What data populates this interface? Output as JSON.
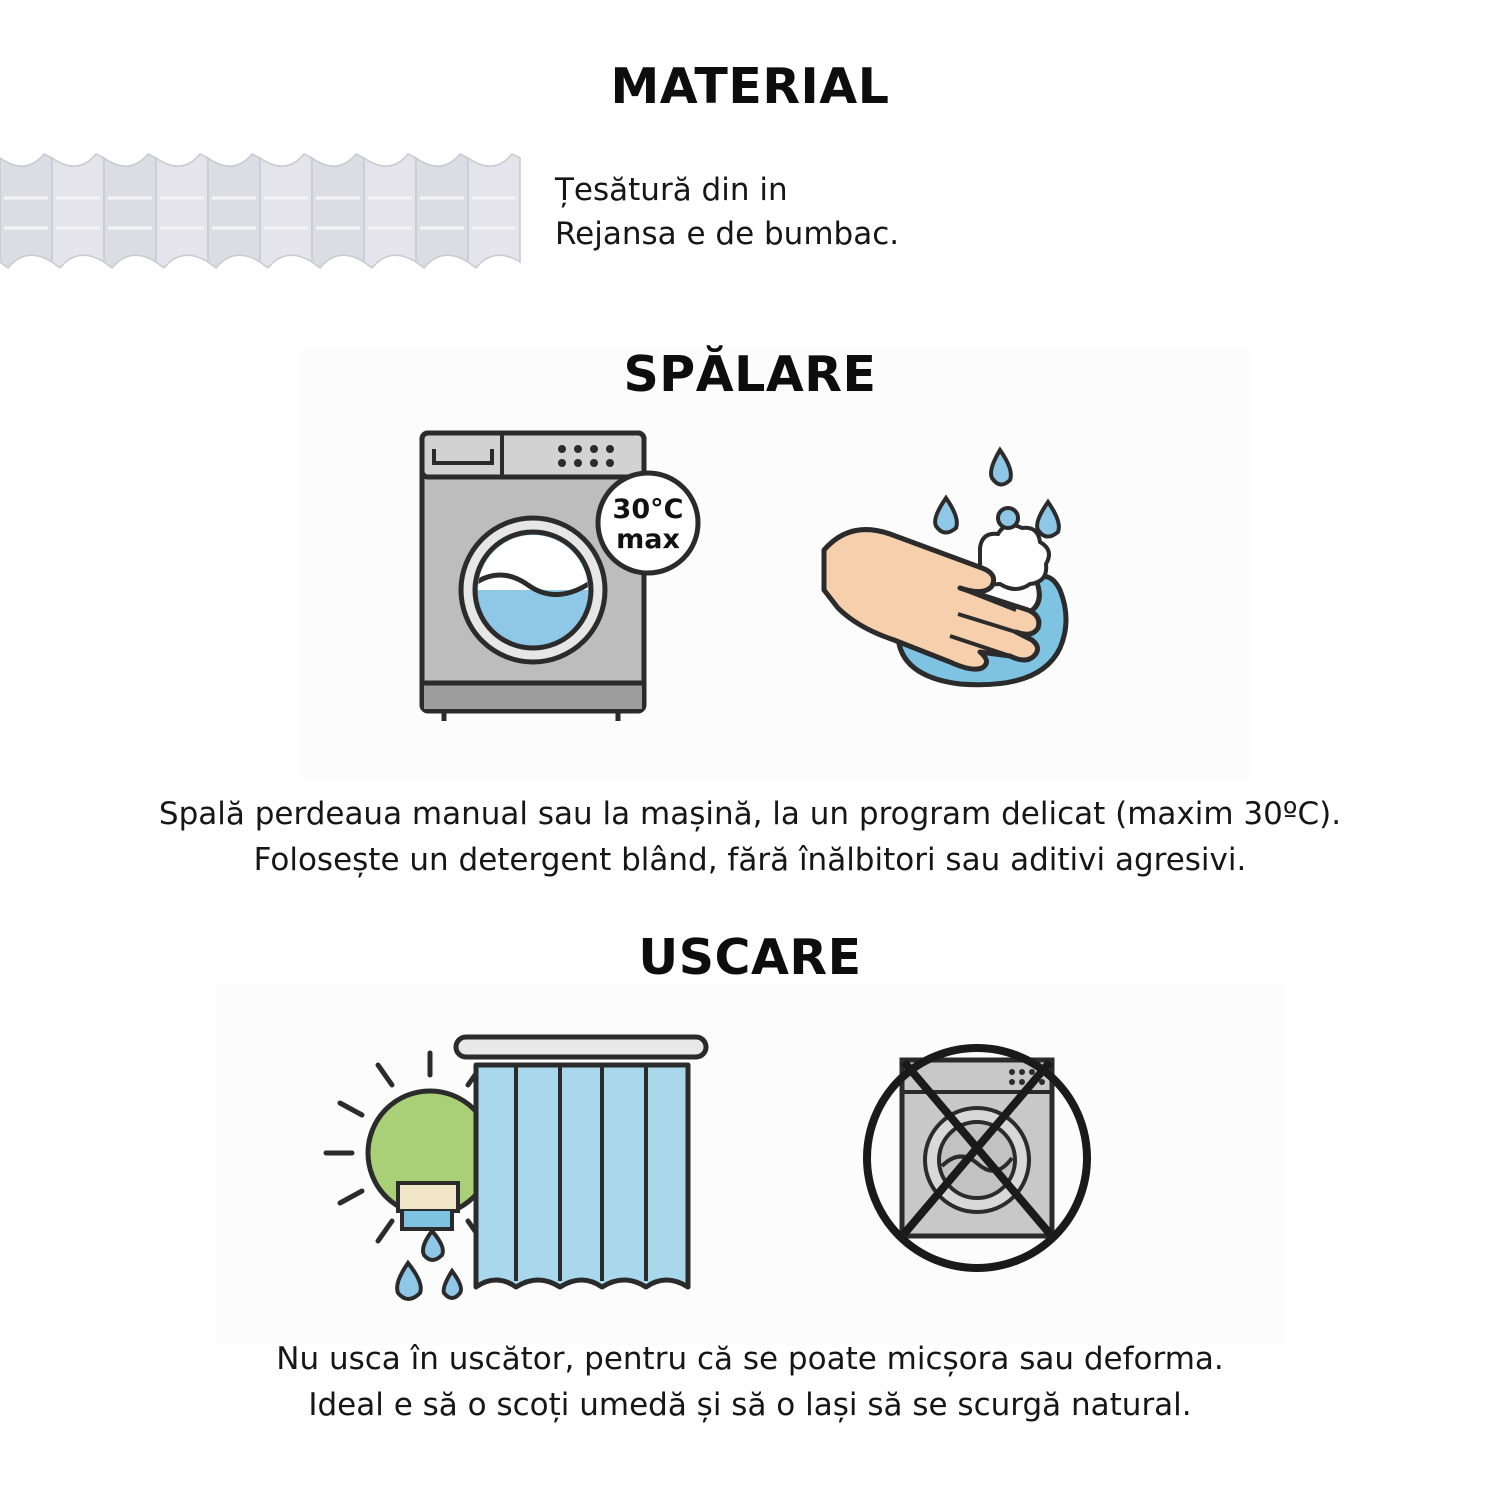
{
  "material": {
    "title": "MATERIAL",
    "line1": "Țesătură din in",
    "line2": "Rejansa e de bumbac."
  },
  "washing": {
    "title": "SPĂLARE",
    "badge_temp": "30°C",
    "badge_max": "max",
    "line1": "Spală perdeaua manual sau la mașină, la un program delicat (maxim 30ºC).",
    "line2": "Folosește un detergent blând, fără înălbitori sau aditivi agresivi."
  },
  "drying": {
    "title": "USCARE",
    "line1": "Nu usca în uscător, pentru că se poate micșora sau deforma.",
    "line2": "Ideal e să o scoți umedă și să o lași să se scurgă natural."
  },
  "icons": {
    "tape": "pleat-tape-icon",
    "washer": "washing-machine-30c-icon",
    "handwash": "hand-wash-icon",
    "hang_dry": "hang-dry-curtain-icon",
    "no_dryer": "no-tumble-dryer-icon"
  },
  "colors": {
    "text": "#111111",
    "water": "#7fc3e3",
    "machine": "#bdbdbd",
    "skin": "#f6cfad",
    "sun": "#a9cf77",
    "curtain": "#a9d8ec"
  }
}
